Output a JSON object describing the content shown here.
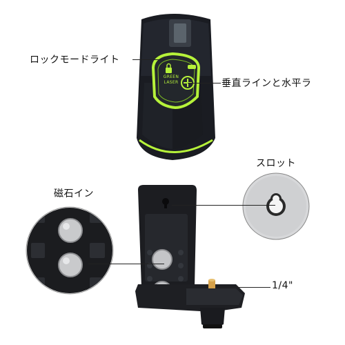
{
  "device": {
    "panel_text_line1": "GREEN",
    "panel_text_line2": "LASER",
    "accent_color": "#b6f23a",
    "body_color": "#15171c"
  },
  "labels": {
    "lock_mode_light": "ロックモードライト",
    "vertical_horizontal": "垂直ラインと水平ラ",
    "slot": "スロット",
    "magnet": "磁石イン",
    "thread": "1/4\""
  }
}
